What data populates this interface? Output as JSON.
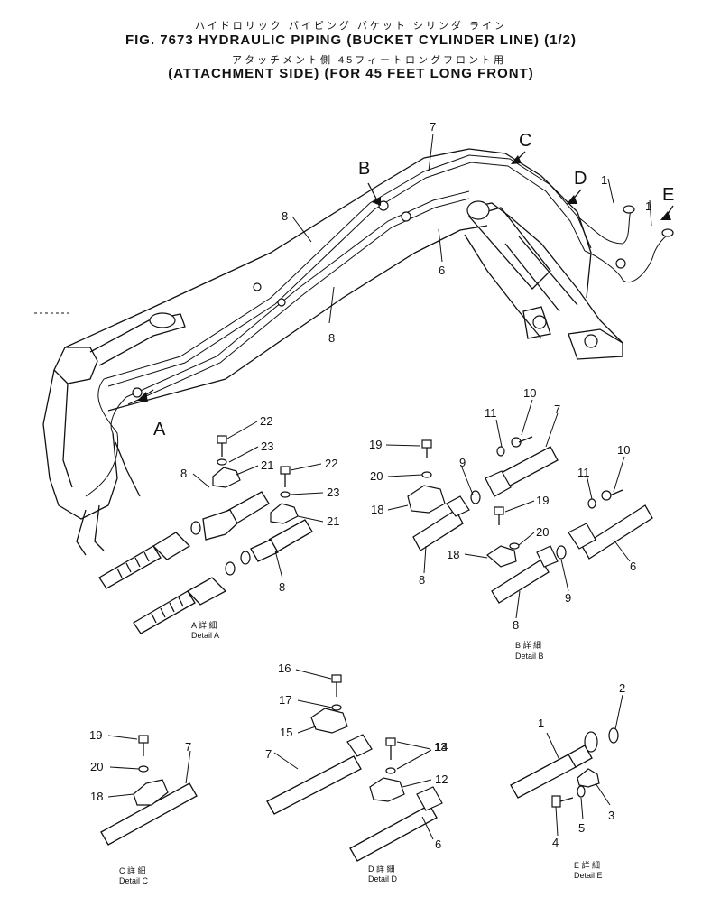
{
  "header": {
    "line1_jp": "ハイドロリック パイピング バケット シリンダ ライン",
    "line2": "FIG. 7673  HYDRAULIC PIPING (BUCKET CYLINDER LINE) (1/2)",
    "line3_jp": "アタッチメント側  45フィートロングフロント用",
    "line4": "(ATTACHMENT SIDE) (FOR 45 FEET LONG FRONT)"
  },
  "main_view": {
    "view_letters": [
      "A",
      "B",
      "C",
      "D",
      "E"
    ],
    "part_numbers": [
      "7",
      "8",
      "6",
      "8",
      "1",
      "1"
    ]
  },
  "detail_a": {
    "caption_jp": "A 詳 細",
    "caption": "Detail A",
    "part_numbers": [
      "22",
      "23",
      "21",
      "8",
      "22",
      "23",
      "21",
      "8"
    ]
  },
  "detail_b": {
    "caption_jp": "B 詳 細",
    "caption": "Detail B",
    "part_numbers": [
      "10",
      "11",
      "7",
      "19",
      "20",
      "9",
      "18",
      "8",
      "10",
      "11",
      "19",
      "20",
      "18",
      "9",
      "6",
      "8"
    ]
  },
  "detail_c": {
    "caption_jp": "C 詳 細",
    "caption": "Detail C",
    "part_numbers": [
      "19",
      "20",
      "18",
      "7"
    ]
  },
  "detail_d": {
    "caption_jp": "D 詳 細",
    "caption": "Detail D",
    "part_numbers": [
      "16",
      "17",
      "15",
      "7",
      "13",
      "14",
      "12",
      "6"
    ]
  },
  "detail_e": {
    "caption_jp": "E 詳 細",
    "caption": "Detail E",
    "part_numbers": [
      "2",
      "1",
      "3",
      "5",
      "4"
    ]
  }
}
